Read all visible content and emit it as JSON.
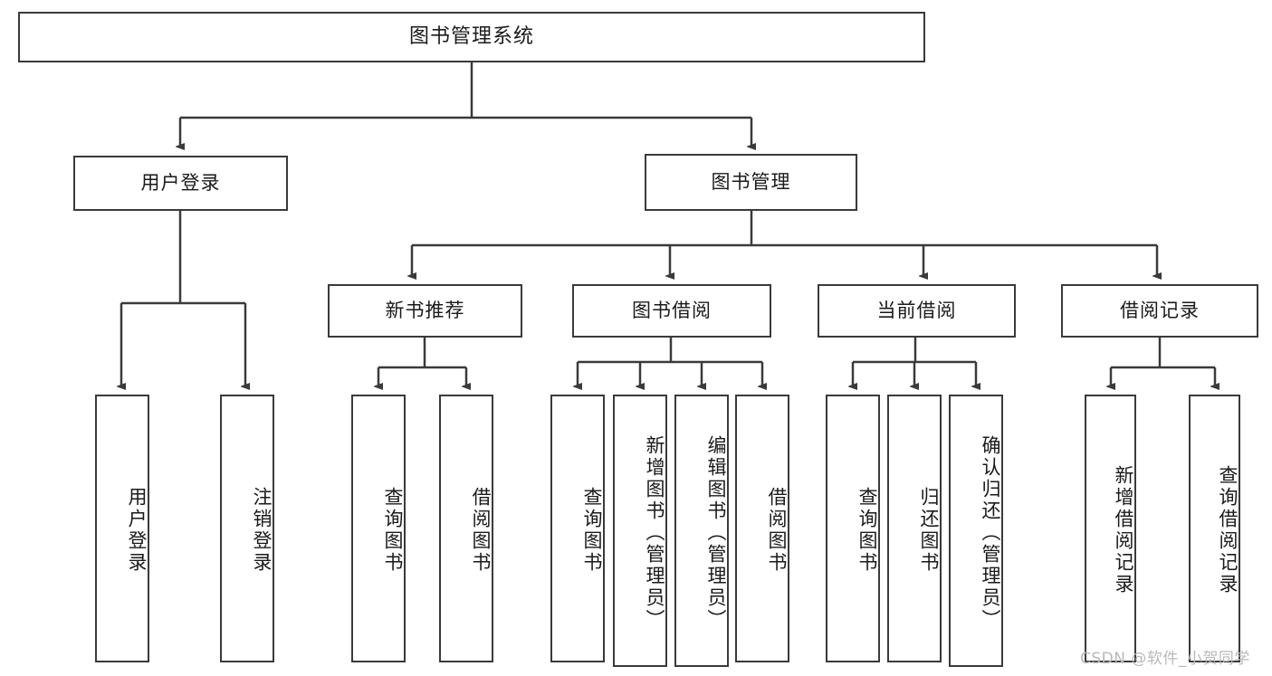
{
  "diagram": {
    "type": "tree-hierarchy-functional-decomposition",
    "root": {
      "label": "图书管理系统"
    },
    "level2": [
      {
        "id": "user-login",
        "label": "用户登录"
      },
      {
        "id": "book-management",
        "label": "图书管理"
      }
    ],
    "level3": [
      {
        "id": "new-book-recommend",
        "label": "新书推荐"
      },
      {
        "id": "book-borrow",
        "label": "图书借阅"
      },
      {
        "id": "current-borrow",
        "label": "当前借阅"
      },
      {
        "id": "borrow-record",
        "label": "借阅记录"
      }
    ],
    "leaves": {
      "user_login": [
        {
          "id": "leaf-user-login",
          "label": "用户登录"
        },
        {
          "id": "leaf-user-logout",
          "label": "注销登录"
        }
      ],
      "new_book_recommend": [
        {
          "id": "leaf-query-book-1",
          "label": "查询图书"
        },
        {
          "id": "leaf-borrow-book-1",
          "label": "借阅图书"
        }
      ],
      "book_borrow": [
        {
          "id": "leaf-query-book-2",
          "label": "查询图书"
        },
        {
          "id": "leaf-add-book",
          "label": "新增图书（管理员）"
        },
        {
          "id": "leaf-edit-book",
          "label": "编辑图书（管理员）"
        },
        {
          "id": "leaf-borrow-book-2",
          "label": "借阅图书"
        }
      ],
      "current_borrow": [
        {
          "id": "leaf-query-book-3",
          "label": "查询图书"
        },
        {
          "id": "leaf-return-book",
          "label": "归还图书"
        },
        {
          "id": "leaf-confirm-return",
          "label": "确认归还（管理员）"
        }
      ],
      "borrow_record": [
        {
          "id": "leaf-add-record",
          "label": "新增借阅记录"
        },
        {
          "id": "leaf-query-record",
          "label": "查询借阅记录"
        }
      ]
    },
    "watermark": "CSDN @软件_小贺同学",
    "colors": {
      "stroke": "#3a3a3a",
      "background": "#ffffff",
      "text": "#1a1a1a",
      "watermark": "#b9b9b9"
    }
  }
}
